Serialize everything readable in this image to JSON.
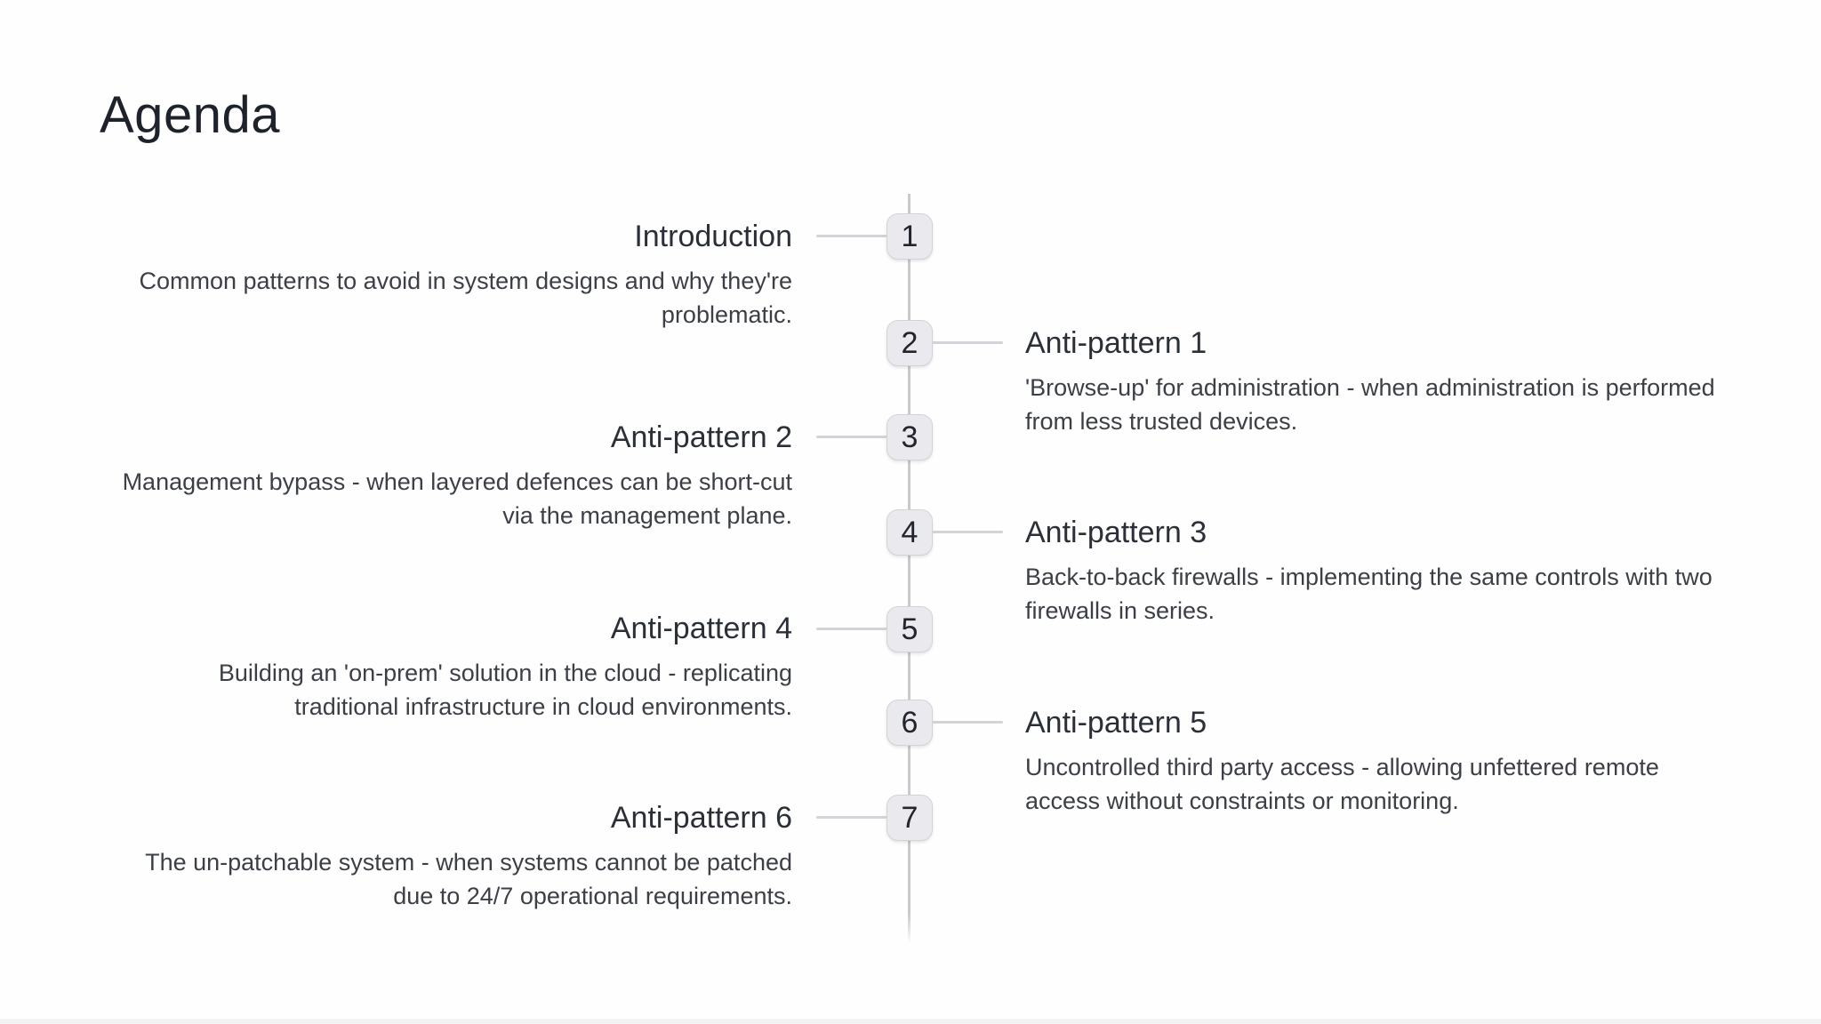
{
  "slide": {
    "title": "Agenda"
  },
  "timeline": {
    "items": [
      {
        "number": "1",
        "side": "left",
        "title": "Introduction",
        "description": "Common patterns to avoid in system designs and why they're problematic."
      },
      {
        "number": "2",
        "side": "right",
        "title": "Anti-pattern 1",
        "description": "'Browse-up' for administration - when administration is performed from less trusted devices."
      },
      {
        "number": "3",
        "side": "left",
        "title": "Anti-pattern 2",
        "description": "Management bypass - when layered defences can be short-cut via the management plane."
      },
      {
        "number": "4",
        "side": "right",
        "title": "Anti-pattern 3",
        "description": "Back-to-back firewalls - implementing the same controls with two firewalls in series."
      },
      {
        "number": "5",
        "side": "left",
        "title": "Anti-pattern 4",
        "description": "Building an 'on-prem' solution in the cloud - replicating traditional infrastructure in cloud environments."
      },
      {
        "number": "6",
        "side": "right",
        "title": "Anti-pattern 5",
        "description": "Uncontrolled third party access - allowing unfettered remote access without constraints or monitoring."
      },
      {
        "number": "7",
        "side": "left",
        "title": "Anti-pattern 6",
        "description": "The un-patchable system - when systems cannot be patched due to 24/7 operational requirements."
      }
    ]
  },
  "colors": {
    "background": "#fefefe",
    "heading_text": "#1e222a",
    "item_title_text": "#2b2f37",
    "description_text": "#3c4046",
    "axis_line": "#c9c9ce",
    "connector_line": "#d3d3d8",
    "node_background": "#e9e9ee",
    "node_border": "#d2d2d9",
    "node_number": "#22252d",
    "footer_strip": "#f3f3f5"
  }
}
